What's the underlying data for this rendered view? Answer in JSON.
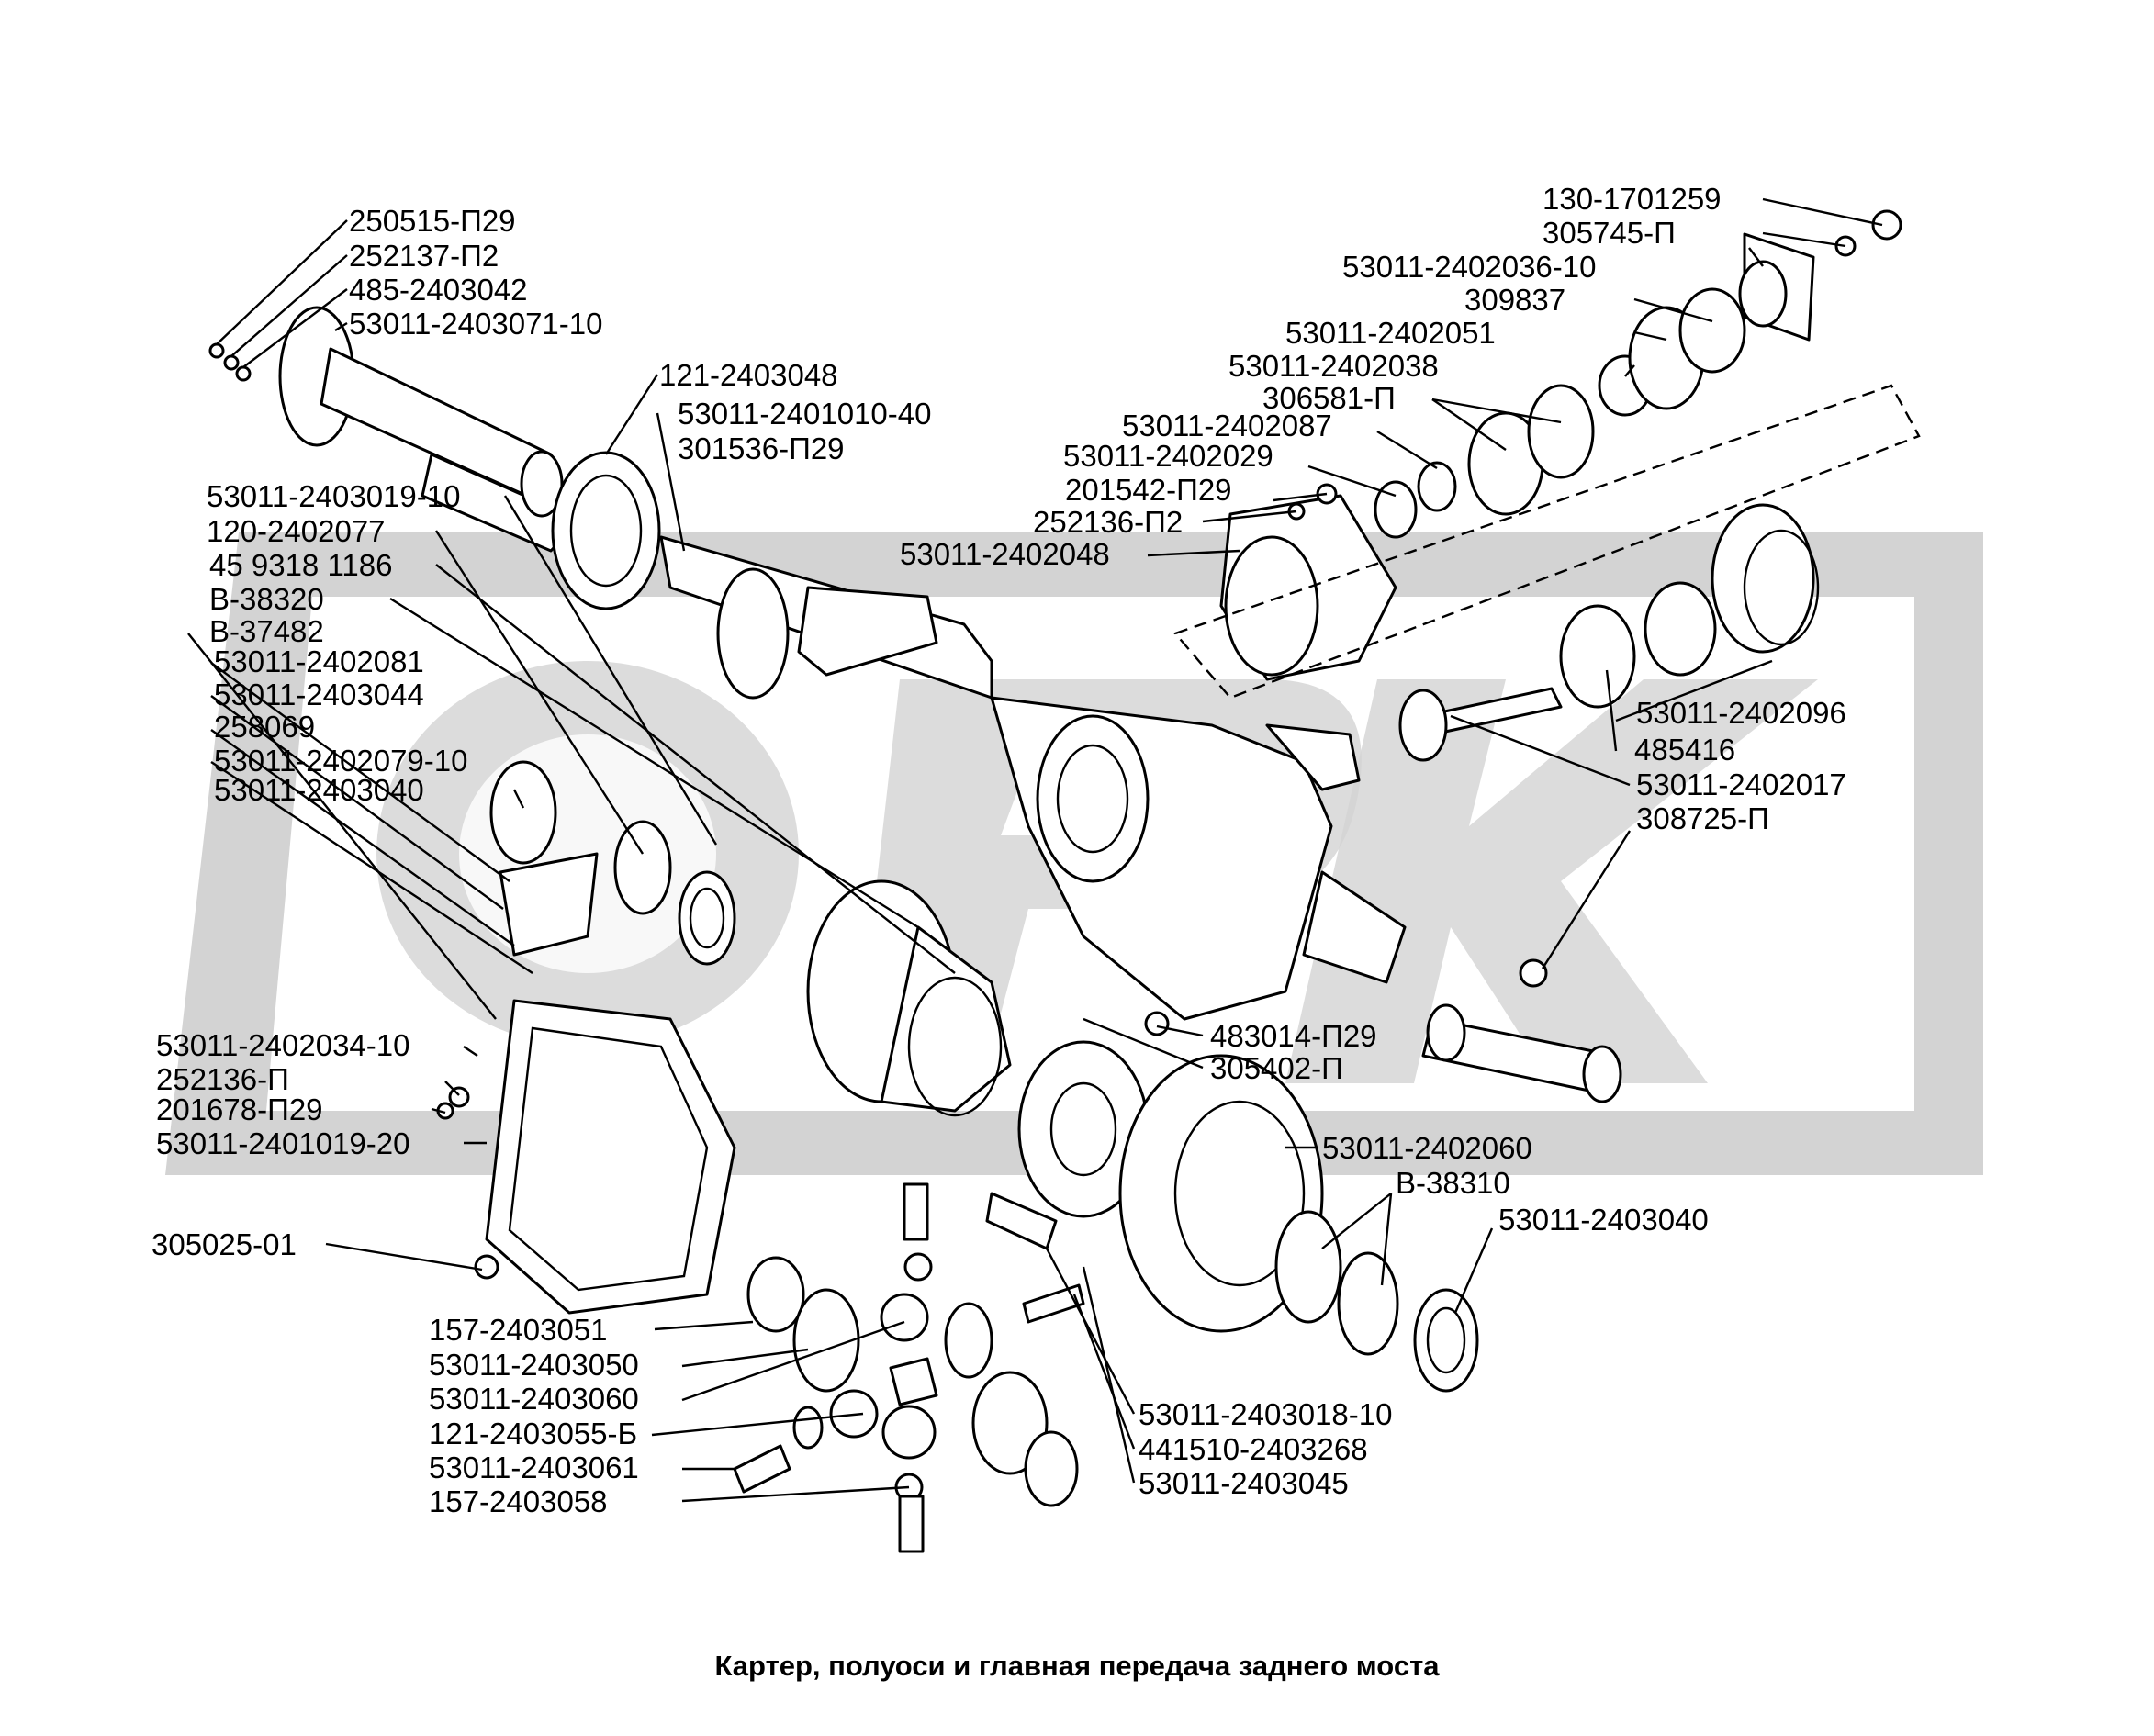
{
  "caption": "Картер, полуоси и главная передача заднего моста",
  "labels": {
    "L01": "250515-П29",
    "L02": "252137-П2",
    "L03": "485-2403042",
    "L04": "53011-2403071-10",
    "L05": "121-2403048",
    "L06": "53011-2401010-40",
    "L07": "301536-П29",
    "L08": "53011-2403019-10",
    "L09": "120-2402077",
    "L10": "45 9318 1186",
    "L11": "В-38320",
    "L12": "В-37482",
    "L13": "53011-2402081",
    "L14": "53011-2403044",
    "L15": "258069",
    "L16": "53011-2402079-10",
    "L17": "53011-2403040",
    "L18": "53011-2402034-10",
    "L19": "252136-П",
    "L20": "201678-П29",
    "L21": "53011-2401019-20",
    "L22": "305025-01",
    "L23": "157-2403051",
    "L24": "53011-2403050",
    "L25": "53011-2403060",
    "L26": "121-2403055-Б",
    "L27": "53011-2403061",
    "L28": "157-2403058",
    "L29": "53011-2403018-10",
    "L30": "441510-2403268",
    "L31": "53011-2403045",
    "L32": "53011-2402060",
    "L33": "В-38310",
    "L34": "53011-2403040",
    "L35": "483014-П29",
    "L36": "305402-П",
    "L37": "308725-П",
    "L38": "53011-2402017",
    "L39": "485416",
    "L40": "53011-2402096",
    "L41": "130-1701259",
    "L42": "305745-П",
    "L43": "53011-2402036-10",
    "L44": "309837",
    "L45": "53011-2402051",
    "L46": "53011-2402038",
    "L47": "306581-П",
    "L48": "53011-2402087",
    "L49": "53011-2402029",
    "L50": "201542-П29",
    "L51": "252136-П2",
    "L52": "53011-2402048"
  }
}
